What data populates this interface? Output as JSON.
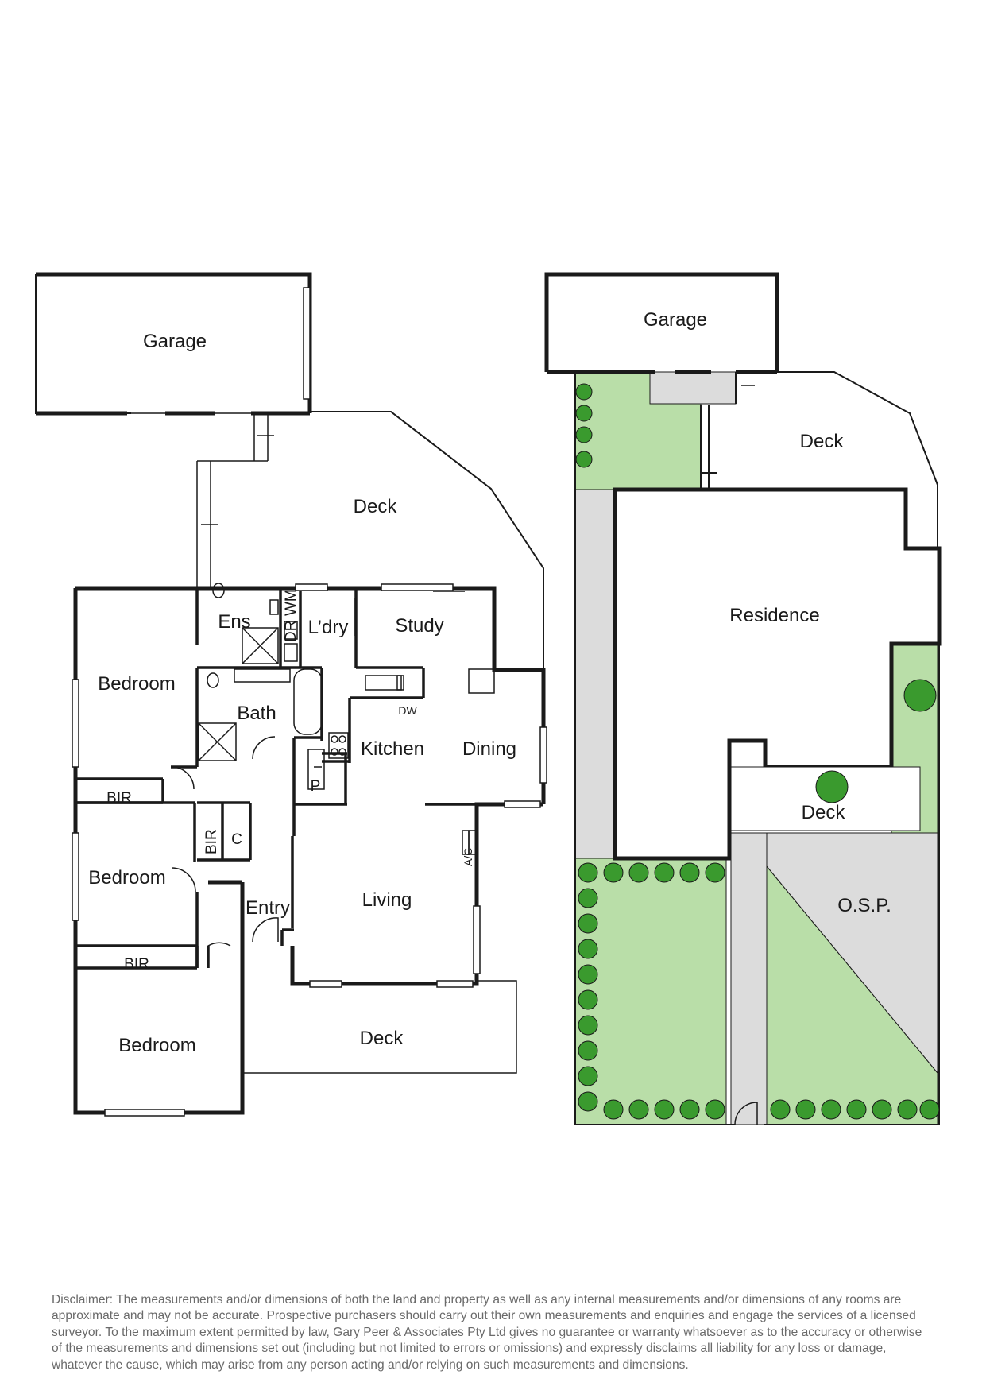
{
  "floor_plan": {
    "rooms": {
      "garage": "Garage",
      "deck_rear": "Deck",
      "ens": "Ens",
      "laundry": "L’dry",
      "dr": "DR",
      "wm": "WM",
      "study": "Study",
      "bedroom_1": "Bedroom",
      "bath": "Bath",
      "kitchen": "Kitchen",
      "dw": "DW",
      "dining": "Dining",
      "pantry": "P",
      "bir_1": "BIR",
      "bir_2": "BIR",
      "c": "C",
      "bedroom_2": "Bedroom",
      "entry": "Entry",
      "living": "Living",
      "ac": "A/C",
      "bir_3": "BIR",
      "bedroom_3": "Bedroom",
      "deck_front": "Deck"
    }
  },
  "site_plan": {
    "labels": {
      "garage": "Garage",
      "deck_rear": "Deck",
      "residence": "Residence",
      "deck_front": "Deck",
      "osp": "O.S.P."
    },
    "colors": {
      "lawn": "#b9dea8",
      "paving": "#dcdcdc",
      "shrub": "#3a9a2e"
    }
  },
  "disclaimer": "Disclaimer: The measurements and/or dimensions of both the land and property as well as any internal measurements and/or dimensions of any rooms are approximate and may not be accurate. Prospective purchasers should carry out their own measurements and enquiries and engage the services of a licensed surveyor. To the maximum extent permitted by law, Gary Peer & Associates Pty Ltd gives no guarantee or warranty whatsoever as to the accuracy or otherwise of the measurements and dimensions set out (including but not limited to errors or omissions) and expressly disclaims all liability for any loss or damage, whatever the cause, which may arise from any person acting and/or relying on such measurements and dimensions."
}
